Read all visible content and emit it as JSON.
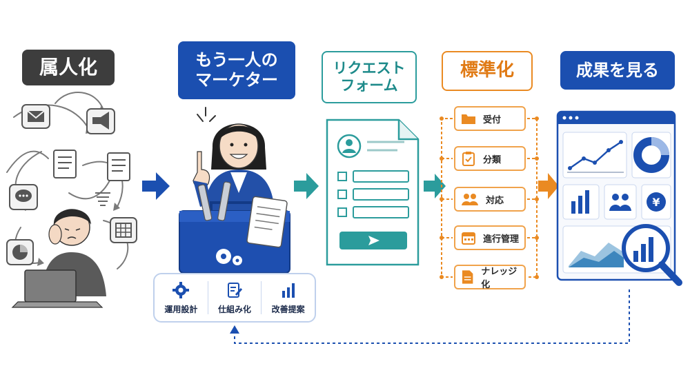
{
  "titles": {
    "zokujinka": "属人化",
    "marketer_line1": "もう一人の",
    "marketer_line2": "マーケター",
    "request_line1": "リクエスト",
    "request_line2": "フォーム",
    "standardize": "標準化",
    "results": "成果を見る"
  },
  "marketer_card": {
    "items": [
      {
        "label": "運用設計",
        "icon": "gear-icon"
      },
      {
        "label": "仕組み化",
        "icon": "edit-document-icon"
      },
      {
        "label": "改善提案",
        "icon": "bar-chart-icon"
      }
    ]
  },
  "standardization_steps": [
    {
      "label": "受付",
      "icon": "folder-icon"
    },
    {
      "label": "分類",
      "icon": "clipboard-check-icon"
    },
    {
      "label": "対応",
      "icon": "people-icon"
    },
    {
      "label": "進行管理",
      "icon": "calendar-icon"
    },
    {
      "label": "ナレッジ化",
      "icon": "document-icon"
    }
  ],
  "dashboard": {
    "currency_symbol": "¥"
  },
  "colors": {
    "blue": "#1b4fb0",
    "teal": "#2b9c9c",
    "orange": "#ea8a22",
    "dark": "#3d3d3d"
  }
}
